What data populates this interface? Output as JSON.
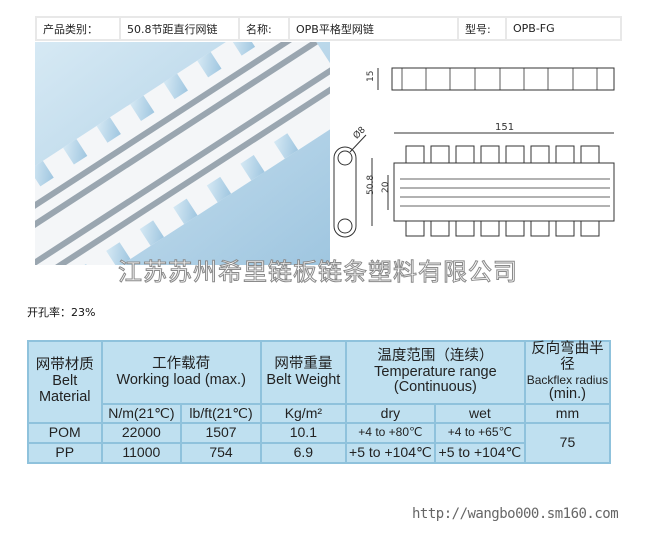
{
  "info": {
    "category_label": "产品类别：",
    "category_value": "50.8节距直行网链",
    "name_label": "名称:",
    "name_value": "OPB平格型网链",
    "model_label": "型号:",
    "model_value": "OPB-FG"
  },
  "drawing": {
    "height_dim": "15",
    "width_dim": "151",
    "pitch_dim": "50.8",
    "inner_dim": "20",
    "pin_dim": "Ø8"
  },
  "watermark": "江苏苏州希里链板链条塑料有限公司",
  "open_area": "开孔率：23%",
  "spec": {
    "headers": {
      "material": [
        "网带材质",
        "Belt",
        "Material"
      ],
      "load": [
        "工作载荷",
        "Working load (max.)"
      ],
      "weight": [
        "网带重量",
        "Belt Weight"
      ],
      "temp": [
        "温度范围（连续）",
        "Temperature range",
        "(Continuous)"
      ],
      "backflex": [
        "反向弯曲半径",
        "Backflex radius",
        "(min.)"
      ]
    },
    "units": {
      "load_nm": "N/m(21℃)",
      "load_lbft": "lb/ft(21℃)",
      "weight": "Kg/m²",
      "dry": "dry",
      "wet": "wet",
      "backflex": "mm"
    },
    "rows": [
      {
        "material": "POM",
        "nm": "22000",
        "lbft": "1507",
        "weight": "10.1",
        "dry": "+4 to +80℃",
        "wet": "+4 to +65℃"
      },
      {
        "material": "PP",
        "nm": "11000",
        "lbft": "754",
        "weight": "6.9",
        "dry": "+5 to +104℃",
        "wet": "+5 to +104℃"
      }
    ],
    "backflex_value": "75"
  },
  "url": "http://wangbo000.sm160.com"
}
